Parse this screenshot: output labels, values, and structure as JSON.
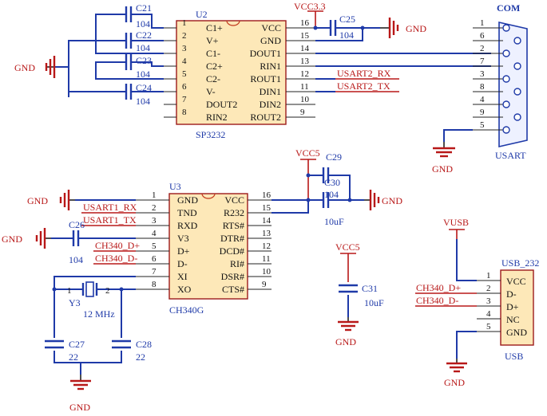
{
  "u2": {
    "ref": "U2",
    "part": "SP3232",
    "left_pins": [
      {
        "num": "1",
        "name": "C1+"
      },
      {
        "num": "2",
        "name": "V+"
      },
      {
        "num": "3",
        "name": "C1-"
      },
      {
        "num": "4",
        "name": "C2+"
      },
      {
        "num": "5",
        "name": "C2-"
      },
      {
        "num": "6",
        "name": "V-"
      },
      {
        "num": "7",
        "name": "DOUT2"
      },
      {
        "num": "8",
        "name": "RIN2"
      }
    ],
    "right_pins": [
      {
        "num": "16",
        "name": "VCC"
      },
      {
        "num": "15",
        "name": "GND"
      },
      {
        "num": "14",
        "name": "DOUT1"
      },
      {
        "num": "13",
        "name": "RIN1"
      },
      {
        "num": "12",
        "name": "ROUT1"
      },
      {
        "num": "11",
        "name": "DIN1"
      },
      {
        "num": "10",
        "name": "DIN2"
      },
      {
        "num": "9",
        "name": "ROUT2"
      }
    ]
  },
  "u2_caps": [
    {
      "ref": "C21",
      "value": "104"
    },
    {
      "ref": "C22",
      "value": "104"
    },
    {
      "ref": "C23",
      "value": "104"
    },
    {
      "ref": "C24",
      "value": "104"
    },
    {
      "ref": "C25",
      "value": "104"
    }
  ],
  "u2_nets": {
    "vcc": "VCC3.3",
    "gnd_left": "GND",
    "gnd_right": "GND",
    "usart2_rx": "USART2_RX",
    "usart2_tx": "USART2_TX"
  },
  "com": {
    "title": "COM",
    "name": "USART",
    "pins": [
      "1",
      "6",
      "2",
      "7",
      "3",
      "8",
      "4",
      "9",
      "5"
    ],
    "gnd": "GND"
  },
  "u3": {
    "ref": "U3",
    "part": "CH340G",
    "left_pins": [
      {
        "num": "1",
        "name": "GND"
      },
      {
        "num": "2",
        "name": "TND"
      },
      {
        "num": "3",
        "name": "RXD"
      },
      {
        "num": "4",
        "name": "V3"
      },
      {
        "num": "5",
        "name": "D+"
      },
      {
        "num": "6",
        "name": "D-"
      },
      {
        "num": "7",
        "name": "XI"
      },
      {
        "num": "8",
        "name": "XO"
      }
    ],
    "right_pins": [
      {
        "num": "16",
        "name": "VCC"
      },
      {
        "num": "15",
        "name": "R232"
      },
      {
        "num": "14",
        "name": "RTS#"
      },
      {
        "num": "13",
        "name": "DTR#"
      },
      {
        "num": "12",
        "name": "DCD#"
      },
      {
        "num": "11",
        "name": "RI#"
      },
      {
        "num": "10",
        "name": "DSR#"
      },
      {
        "num": "9",
        "name": "CTS#"
      }
    ]
  },
  "u3_nets": {
    "gnd_left": "GND",
    "gnd_v3": "GND",
    "usart1_rx": "USART1_RX",
    "usart1_tx": "USART1_TX",
    "ch340_dp": "CH340_D+",
    "ch340_dm": "CH340_D-",
    "vcc5": "VCC5",
    "gnd_right": "GND"
  },
  "u3_caps": {
    "c26": {
      "ref": "C26",
      "value": "104"
    },
    "c29": {
      "ref": "C29",
      "value": ""
    },
    "c30": {
      "ref": "C30",
      "value": "104"
    },
    "c29_30_value": "10uF",
    "c27": {
      "ref": "C27",
      "value": "22"
    },
    "c28": {
      "ref": "C28",
      "value": "22"
    }
  },
  "crystal": {
    "ref": "Y3",
    "freq": "12 MHz",
    "pin1": "1",
    "pin2": "2",
    "gnd": "GND"
  },
  "c31": {
    "ref": "C31",
    "value": "10uF",
    "vcc": "VCC5",
    "gnd": "GND"
  },
  "usb": {
    "title": "USB_232",
    "name": "USB",
    "vusb": "VUSB",
    "pins": [
      {
        "num": "1",
        "name": "VCC"
      },
      {
        "num": "2",
        "name": "D-"
      },
      {
        "num": "3",
        "name": "D+"
      },
      {
        "num": "4",
        "name": "NC"
      },
      {
        "num": "5",
        "name": "GND"
      }
    ],
    "dp_net": "CH340_D+",
    "dm_net": "CH340_D-",
    "gnd": "GND"
  }
}
